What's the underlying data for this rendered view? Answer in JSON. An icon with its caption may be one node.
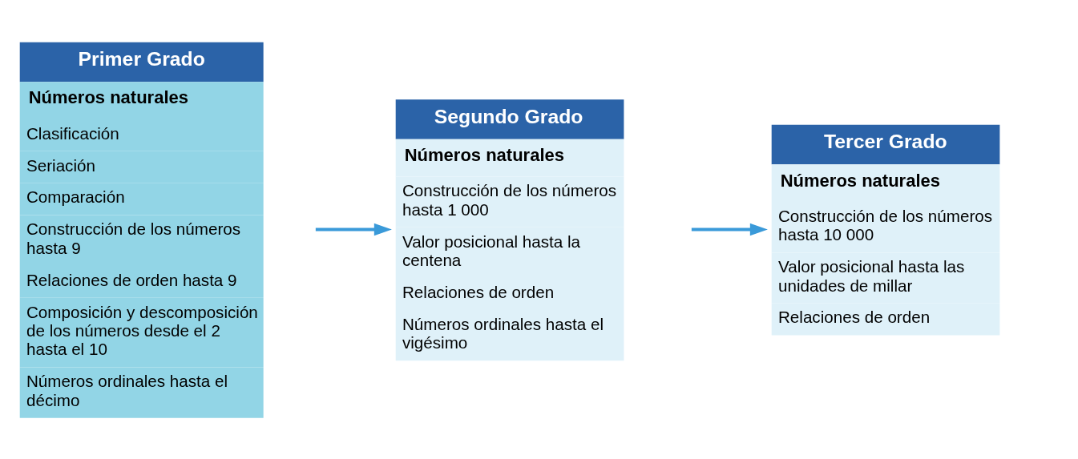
{
  "diagram": {
    "nodes": [
      {
        "text": [
          "Primer Grado",
          "Números naturales",
          "Clasificación",
          "Seriación",
          "Comparación",
          "Construcción de los números hasta 9",
          "Relaciones de orden hasta 9",
          "Composición y descomposición de los números desde el 2 hasta el 10",
          "Números ordinales hasta el décimo"
        ]
      },
      {
        "text": [
          "Segundo Grado",
          "Números naturales",
          "Construcción de los números hasta 1 000",
          "Valor posicional hasta la centena",
          "Relaciones de orden",
          "Números ordinales hasta el vigésimo"
        ]
      },
      {
        "text": [
          "Tercer Grado",
          "Números naturales",
          "Construcción de los números hasta 10 000",
          "Valor posicional hasta las unidades de millar",
          "Relaciones de orden"
        ]
      }
    ],
    "edges": [
      {
        "from": 0,
        "to": 1,
        "arrow": "to"
      },
      {
        "from": 1,
        "to": 2,
        "arrow": "to"
      }
    ]
  }
}
